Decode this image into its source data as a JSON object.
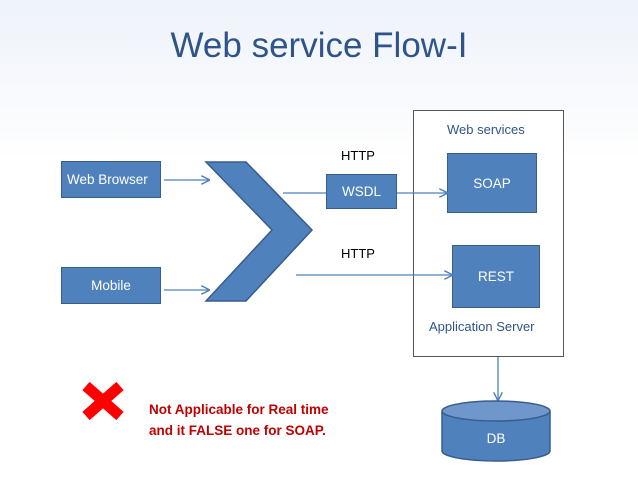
{
  "title": "Web service Flow-I",
  "clients": {
    "web_browser": "Web Browser",
    "mobile": "Mobile"
  },
  "protocols": {
    "http_top": "HTTP",
    "http_bottom": "HTTP"
  },
  "wsdl": "WSDL",
  "server": {
    "web_services_label": "Web services",
    "soap": "SOAP",
    "rest": "REST",
    "app_server_label": "Application Server"
  },
  "db": "DB",
  "note": {
    "line1": "Not Applicable for Real time",
    "line2": "and it FALSE one for SOAP."
  },
  "colors": {
    "box_fill": "#4f81bd",
    "box_border": "#385d8a",
    "title": "#2e5489",
    "note": "#c00000",
    "cross": "#ff0000"
  }
}
